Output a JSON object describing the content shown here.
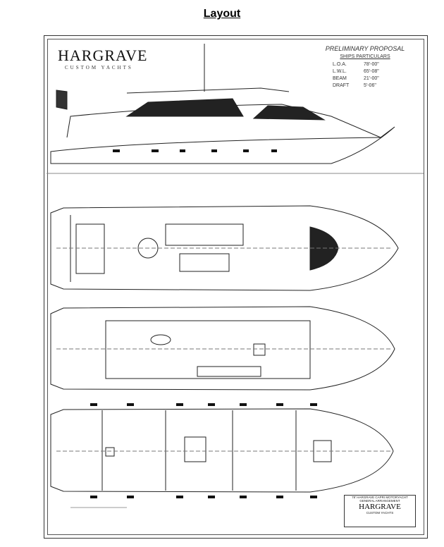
{
  "page_title": "Layout",
  "logo": {
    "name": "HARGRAVE",
    "subtitle": "CUSTOM YACHTS"
  },
  "specs": {
    "heading": "PRELIMINARY PROPOSAL",
    "subheading": "SHIPS PARTICULARS",
    "rows": [
      {
        "label": "L.O.A.",
        "value": "78'-00\""
      },
      {
        "label": "L.W.L.",
        "value": "65'-08\""
      },
      {
        "label": "BEAM",
        "value": "21'-00\""
      },
      {
        "label": "DRAFT",
        "value": "5'-06\""
      }
    ]
  },
  "title_block": {
    "line1": "78' HARGRAVE CAPRI MOTORYACHT",
    "line2": "GENERAL ARRANGEMENT",
    "logo": "HARGRAVE",
    "logo_sub": "CUSTOM YACHTS"
  }
}
